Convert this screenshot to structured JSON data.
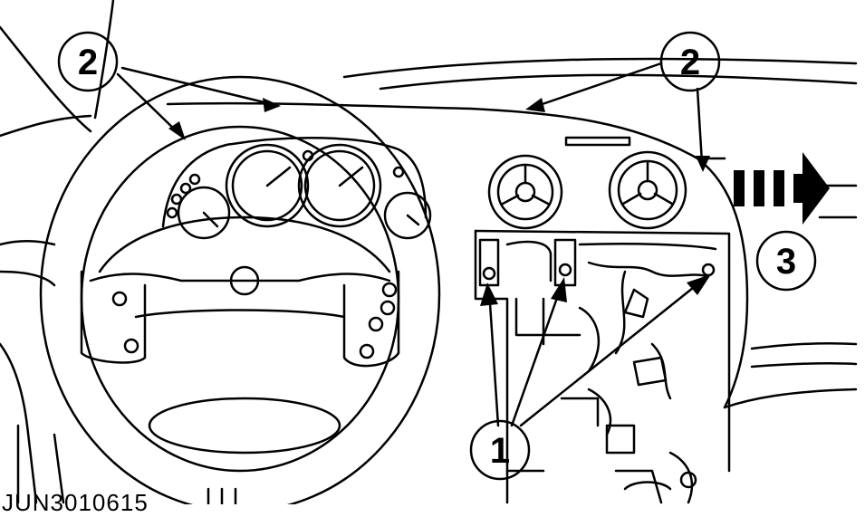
{
  "diagram": {
    "callouts": [
      {
        "id": "c2-left",
        "label": "2"
      },
      {
        "id": "c2-right",
        "label": "2"
      },
      {
        "id": "c3",
        "label": "3"
      },
      {
        "id": "c1",
        "label": "1"
      }
    ],
    "figure_id": "JUN3010615"
  }
}
